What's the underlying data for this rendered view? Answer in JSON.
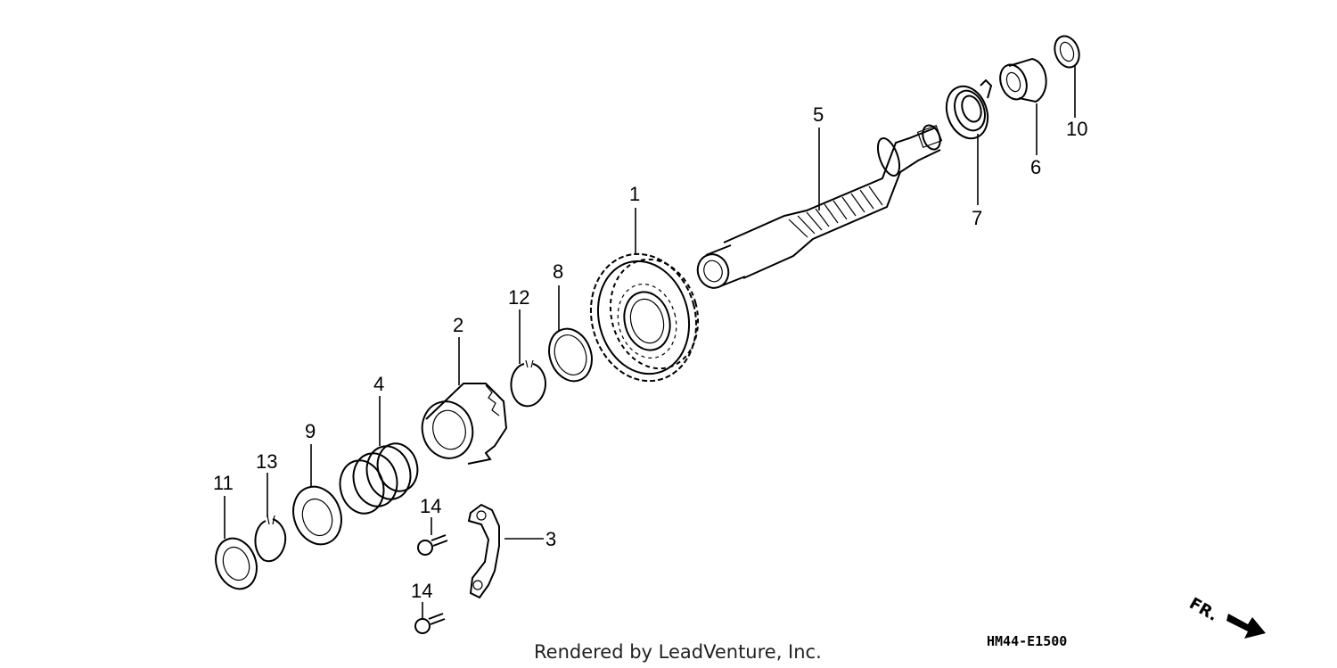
{
  "diagram": {
    "callouts": {
      "part_1": "1",
      "part_2": "2",
      "part_3": "3",
      "part_4": "4",
      "part_5": "5",
      "part_6": "6",
      "part_7": "7",
      "part_8": "8",
      "part_9": "9",
      "part_10": "10",
      "part_11": "11",
      "part_12": "12",
      "part_13": "13",
      "part_14a": "14",
      "part_14b": "14"
    },
    "direction_label": "FR.",
    "reference_code": "HM44-E1500",
    "credit": "Rendered by LeadVenture, Inc."
  }
}
